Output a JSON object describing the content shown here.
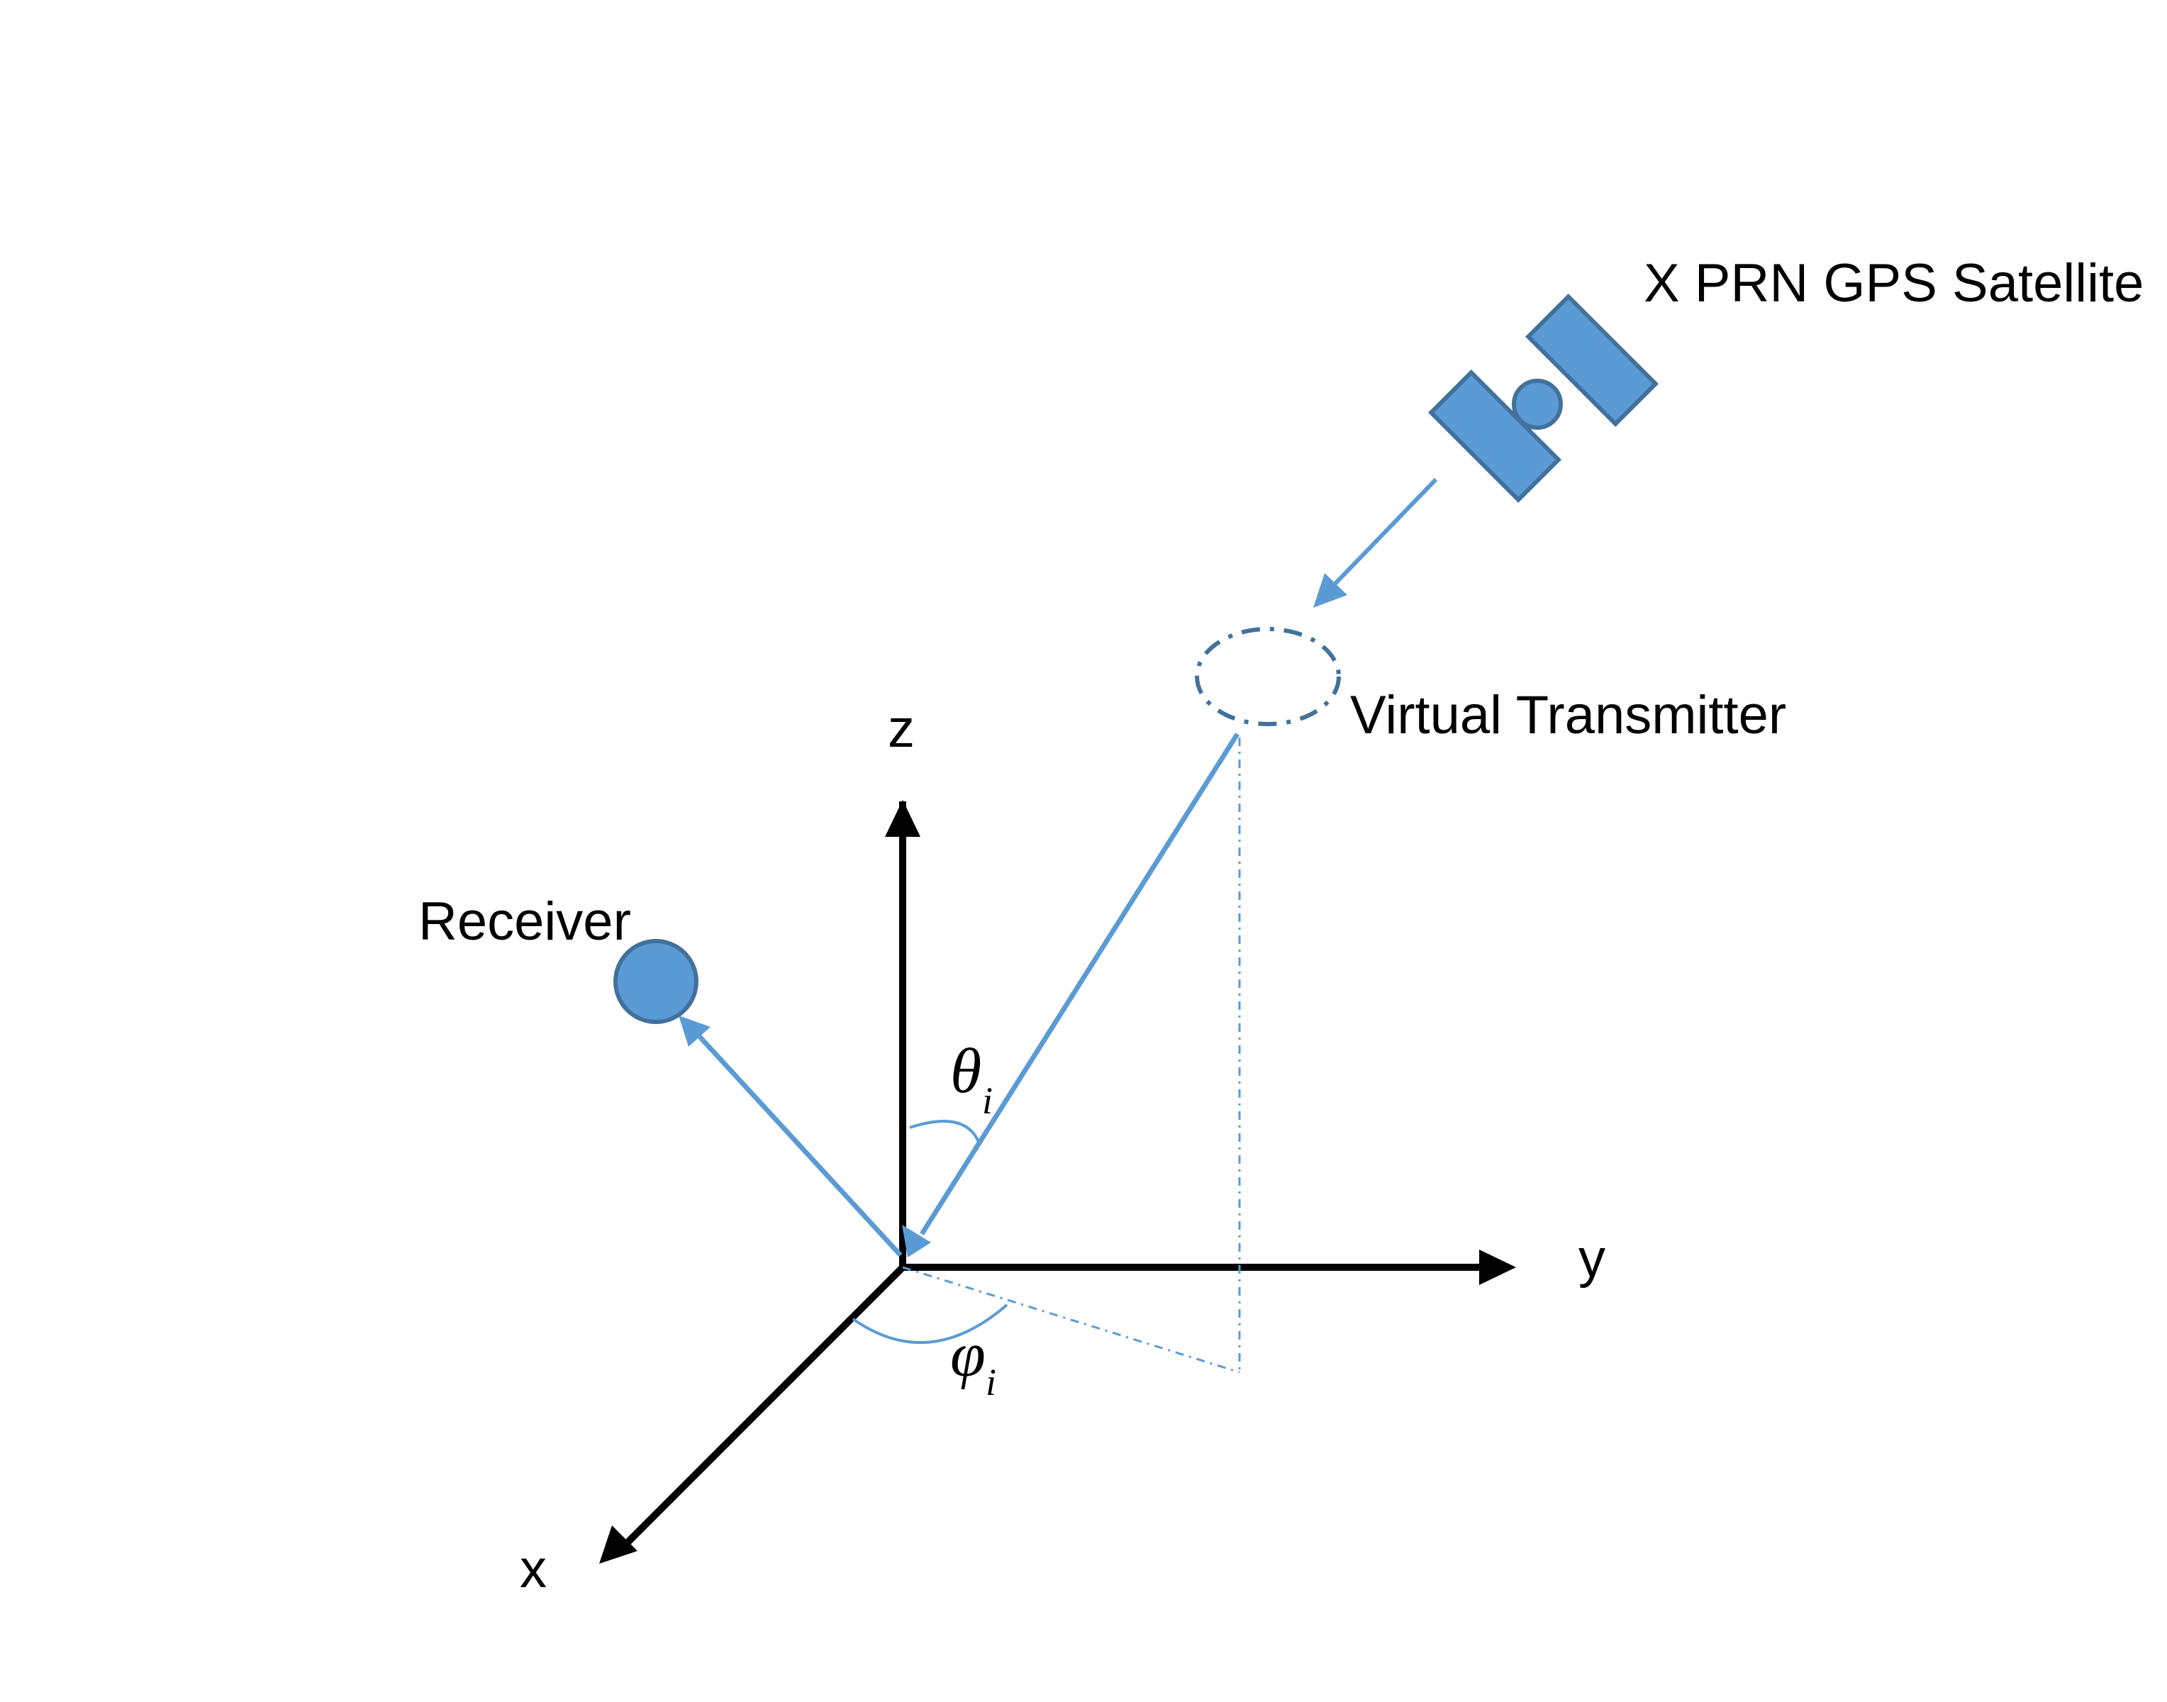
{
  "labels": {
    "satellite": "X PRN GPS Satellite",
    "virtual_transmitter": "Virtual Transmitter",
    "receiver": "Receiver",
    "axis_x": "x",
    "axis_y": "y",
    "axis_z": "z",
    "theta_symbol": "θ",
    "theta_sub": "i",
    "phi_symbol": "φ",
    "phi_sub": "i"
  },
  "colors": {
    "accent": "#5B9BD5",
    "accent_stroke": "#41719C",
    "axis": "#000000"
  },
  "icons": {
    "satellite": "satellite-icon",
    "receiver": "receiver-icon"
  }
}
